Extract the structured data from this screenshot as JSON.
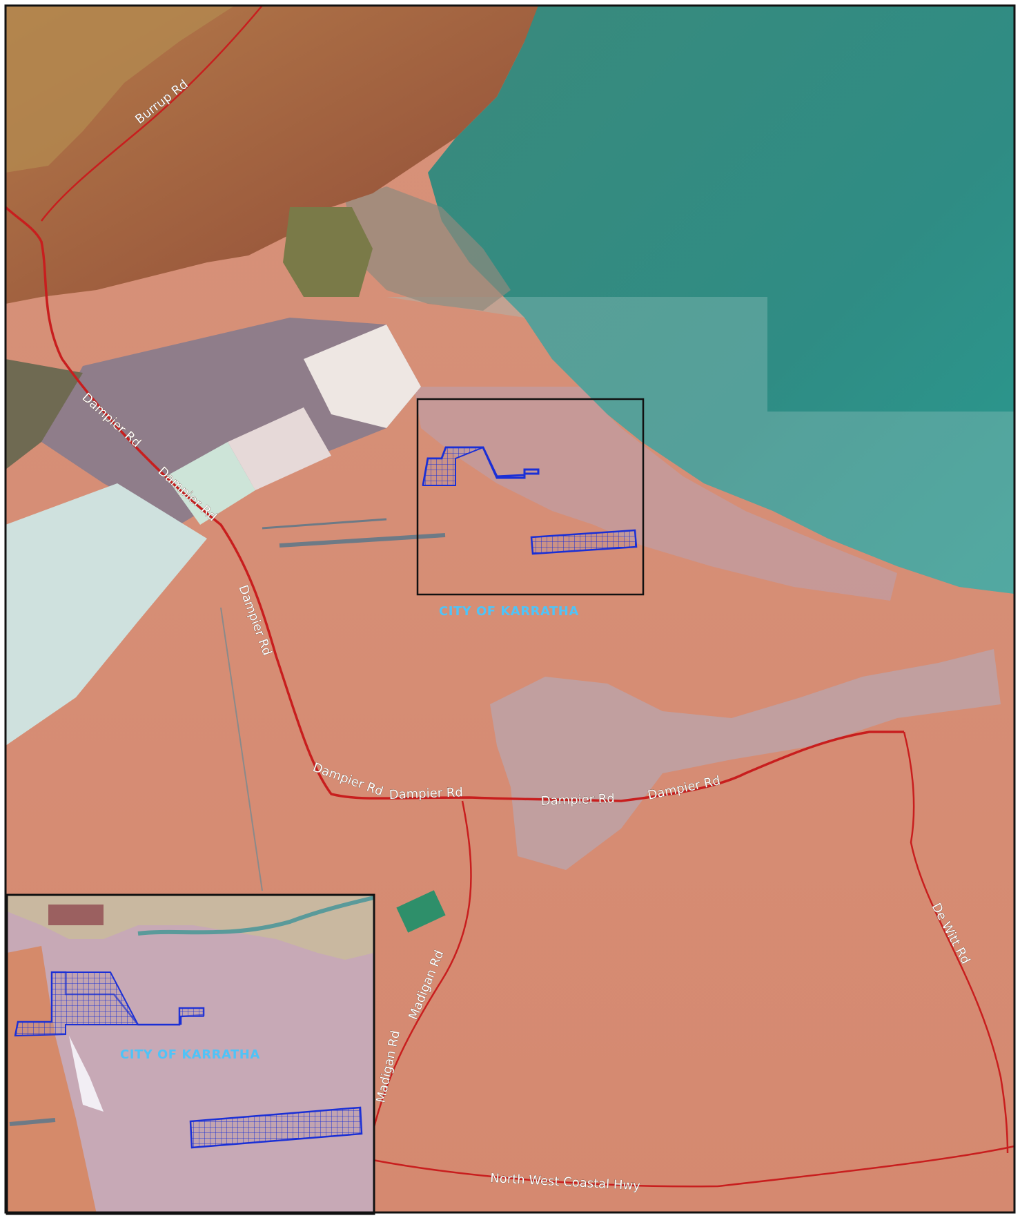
{
  "colors": {
    "road": "#c81e1e",
    "boundary": "#1a2fd6",
    "place_label": "#4fc3f7",
    "frame": "#111111",
    "land": "#d98f74",
    "sea": "#2f8f83"
  },
  "road_labels": {
    "burrup": "Burrup Rd",
    "dampier_1": "Dampier Rd",
    "dampier_2": "Dampier Rd",
    "dampier_3": "Dampier Rd",
    "dampier_4": "Dampier Rd",
    "dampier_5": "Dampier Rd",
    "dampier_6": "Dampier Rd",
    "dampier_7": "Dampier Rd",
    "madigan_1": "Madigan Rd",
    "madigan_2": "Madigan Rd",
    "dewitt": "De Witt Rd",
    "nwch": "North West Coastal Hwy"
  },
  "place_labels": {
    "main": "CITY OF KARRATHA",
    "inset": "CITY OF KARRATHA"
  },
  "icons": {
    "site_area": "hatched-polygon",
    "extent": "rectangle-frame"
  }
}
